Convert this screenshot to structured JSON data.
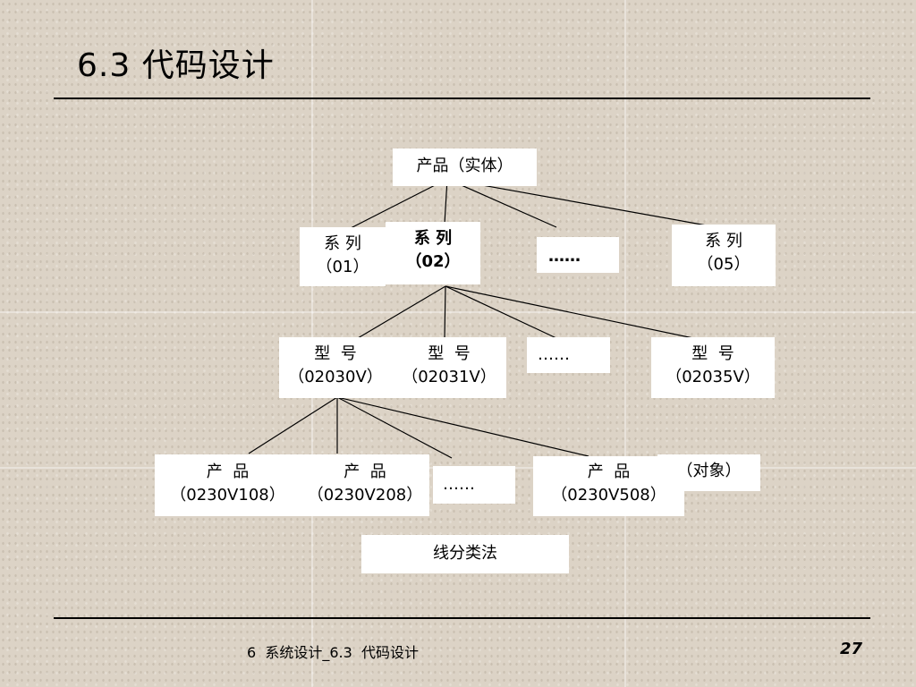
{
  "slide": {
    "title": "6.3  代码设计",
    "footer": "6  系统设计_6.3  代码设计",
    "page_number": "27"
  },
  "diagram": {
    "root": {
      "text": "产品（实体）"
    },
    "series": [
      {
        "line1": "系 列",
        "line2": "（01）"
      },
      {
        "line1": "系 列",
        "line2": "（02）"
      },
      {
        "line1": "……"
      },
      {
        "line1": "系 列",
        "line2": "（05）"
      }
    ],
    "models": [
      {
        "line1": "型  号",
        "line2": "（02030V）"
      },
      {
        "line1": "型  号",
        "line2": "（02031V）"
      },
      {
        "line1": "……"
      },
      {
        "line1": "型  号",
        "line2": "（02035V）"
      }
    ],
    "products": [
      {
        "line1": "产  品",
        "line2": "（0230V108）"
      },
      {
        "line1": "产  品",
        "line2": "（0230V208）"
      },
      {
        "line1": "……"
      },
      {
        "line1": "产  品",
        "line2": "（0230V508）"
      }
    ],
    "object_label": "（对象）",
    "method_label": "线分类法"
  }
}
